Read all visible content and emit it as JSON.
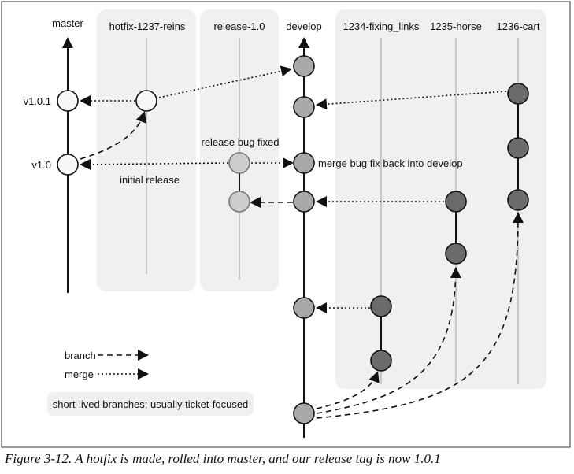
{
  "branches": {
    "master": "master",
    "hotfix": "hotfix-1237-reins",
    "release": "release-1.0",
    "develop": "develop",
    "fixing_links": "1234-fixing_links",
    "horse": "1235-horse",
    "cart": "1236-cart"
  },
  "tags": {
    "v101": "v1.0.1",
    "v10": "v1.0"
  },
  "annotations": {
    "initial_release": "initial release",
    "release_bug_fixed": "release bug fixed",
    "merge_bug_fix": "merge bug fix back into develop"
  },
  "legend": {
    "branch": "branch",
    "merge": "merge",
    "note": "short-lived branches; usually ticket-focused"
  },
  "caption": "Figure 3-12. A hotfix is made, rolled into master, and our release tag is now 1.0.1",
  "colors": {
    "white_node": "#f7f7f7",
    "light_node": "#cccccc",
    "mid_node": "#a9a9a9",
    "dark_node": "#6b6b6b",
    "panel": "#f0f0f0",
    "guide_line": "#c8c8c8"
  }
}
